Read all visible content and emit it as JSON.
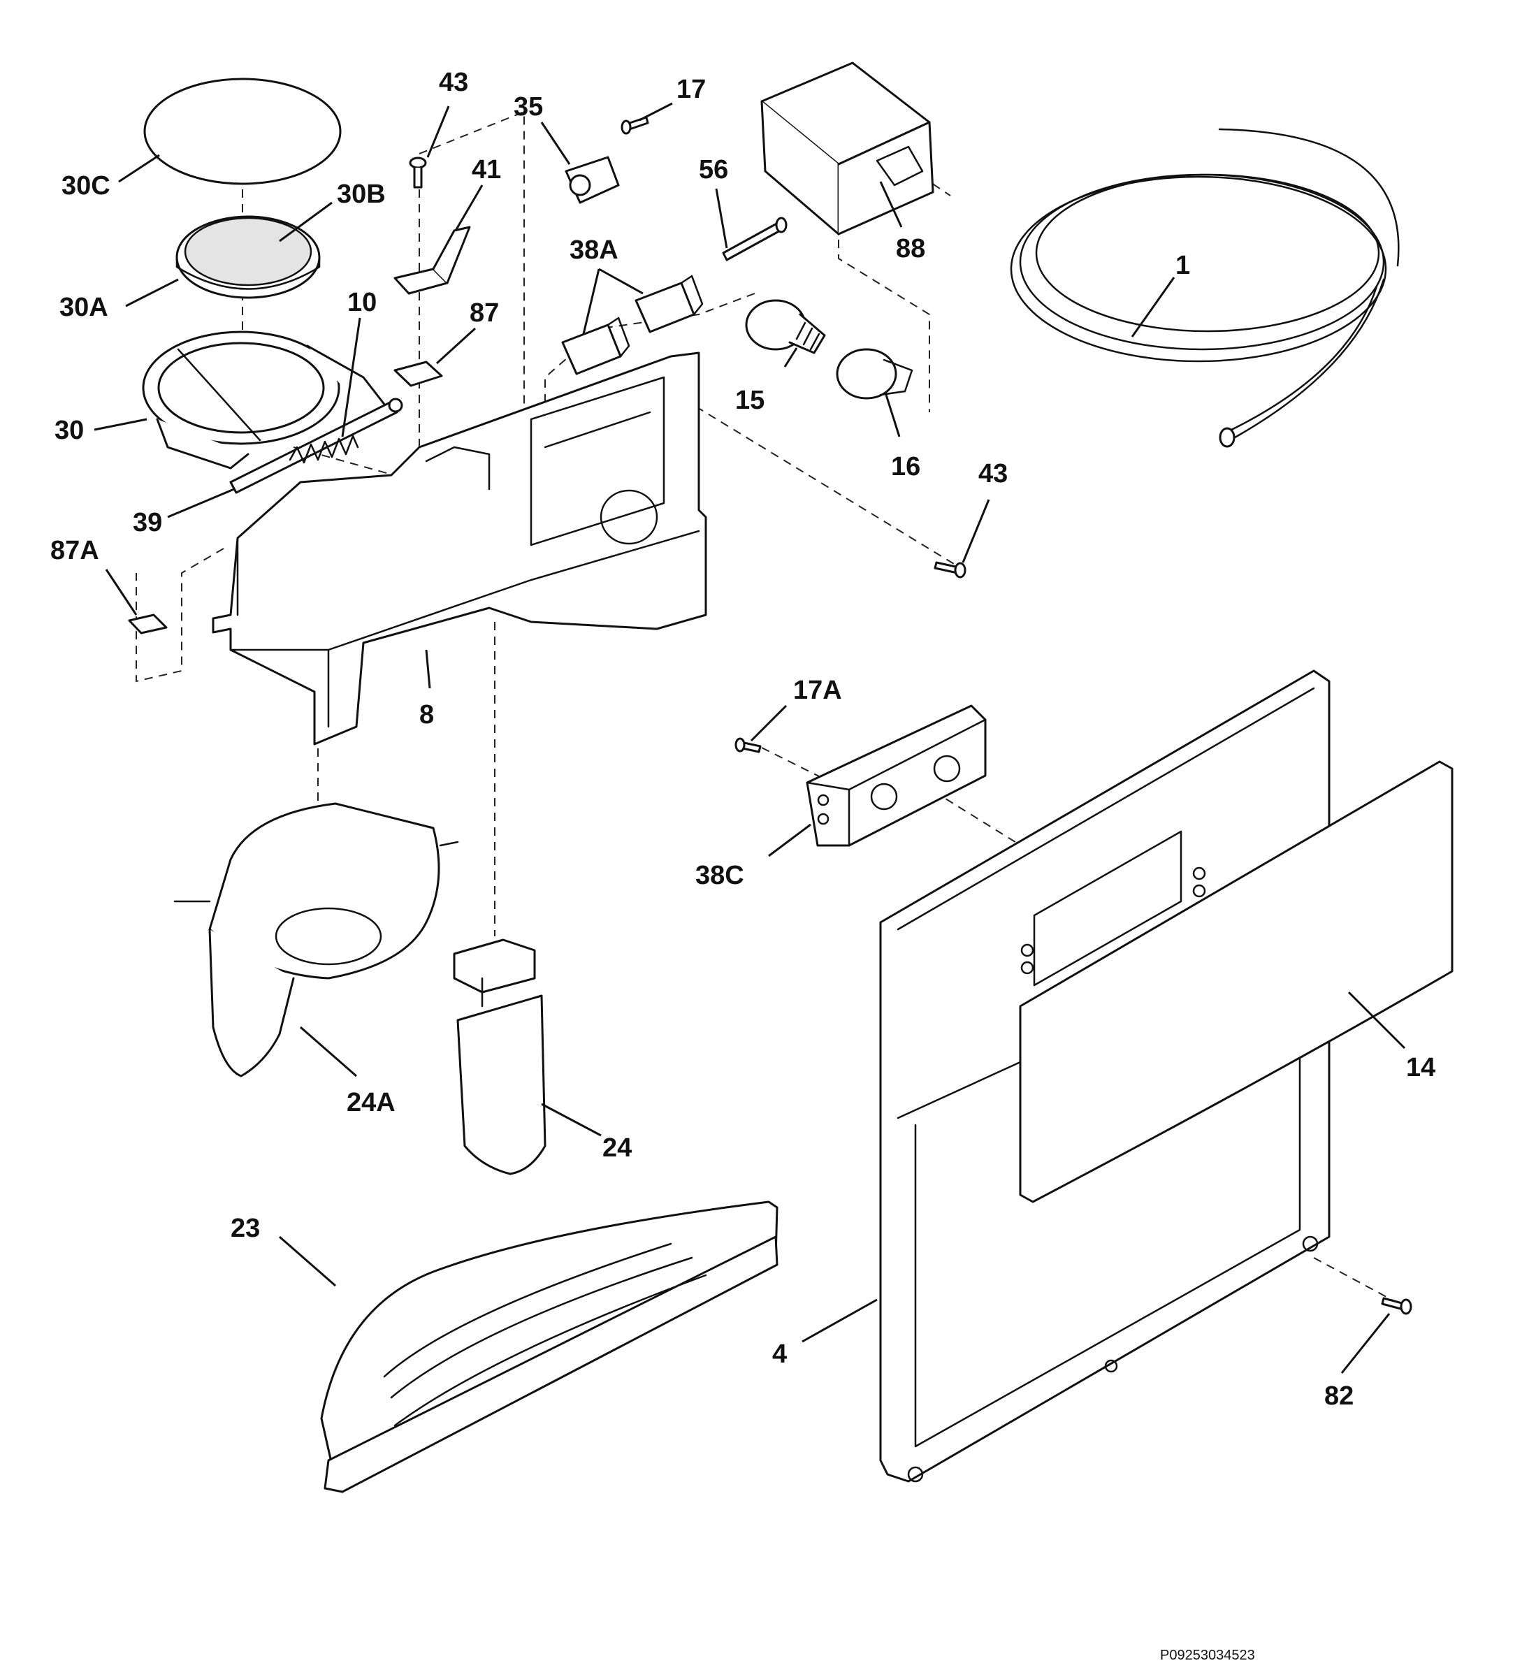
{
  "diagram": {
    "reference_id": "P09253034523",
    "callouts": {
      "c30C": "30C",
      "c30B": "30B",
      "c30A": "30A",
      "c30": "30",
      "c10": "10",
      "c39": "39",
      "c43a": "43",
      "c41": "41",
      "c87": "87",
      "c87A": "87A",
      "c35": "35",
      "c17": "17",
      "c56": "56",
      "c38A": "38A",
      "c88": "88",
      "c15": "15",
      "c16": "16",
      "c43b": "43",
      "c1": "1",
      "c8": "8",
      "c17A": "17A",
      "c38C": "38C",
      "c14": "14",
      "c24A": "24A",
      "c24": "24",
      "c23": "23",
      "c4": "4",
      "c82": "82"
    }
  }
}
